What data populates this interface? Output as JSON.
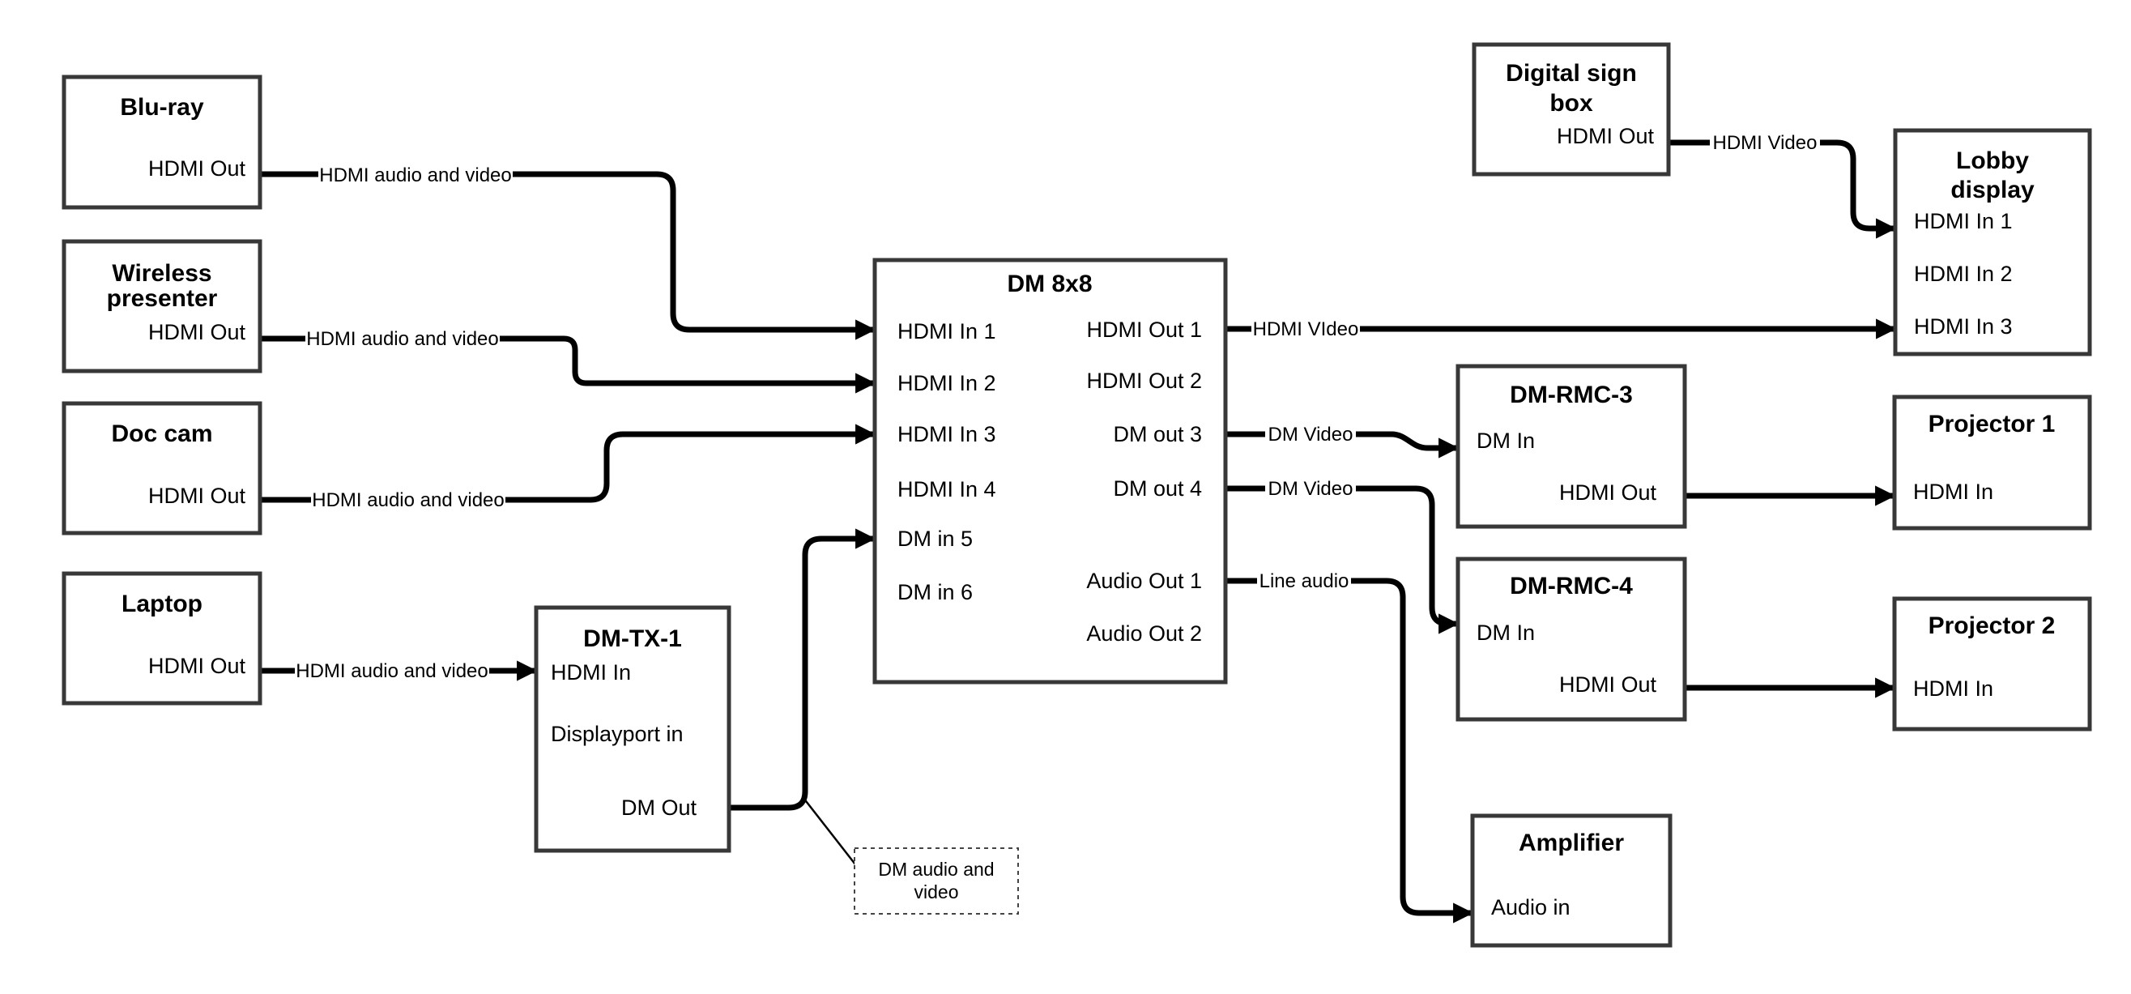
{
  "colors": {
    "background": "#ffffff",
    "box_border": "#383838",
    "line": "#000000",
    "text": "#000000"
  },
  "nodes": {
    "bluray": {
      "title": "Blu-ray",
      "hdmi_out": "HDMI Out"
    },
    "wireless": {
      "title_line1": "Wireless",
      "title_line2": "presenter",
      "hdmi_out": "HDMI Out"
    },
    "doccam": {
      "title": "Doc cam",
      "hdmi_out": "HDMI Out"
    },
    "laptop": {
      "title": "Laptop",
      "hdmi_out": "HDMI Out"
    },
    "dmtx1": {
      "title": "DM-TX-1",
      "hdmi_in": "HDMI In",
      "displayport_in": "Displayport in",
      "dm_out": "DM Out"
    },
    "dm8x8": {
      "title": "DM 8x8",
      "hdmi_in1": "HDMI In 1",
      "hdmi_in2": "HDMI In 2",
      "hdmi_in3": "HDMI In 3",
      "hdmi_in4": "HDMI In 4",
      "dm_in5": "DM in 5",
      "dm_in6": "DM in 6",
      "hdmi_out1": "HDMI Out 1",
      "hdmi_out2": "HDMI Out 2",
      "dm_out3": "DM out 3",
      "dm_out4": "DM out 4",
      "audio_out1": "Audio Out 1",
      "audio_out2": "Audio Out 2"
    },
    "digital_sign": {
      "title_line1": "Digital sign",
      "title_line2": "box",
      "hdmi_out": "HDMI Out"
    },
    "lobby": {
      "title_line1": "Lobby",
      "title_line2": "display",
      "hdmi_in1": "HDMI In 1",
      "hdmi_in2": "HDMI In 2",
      "hdmi_in3": "HDMI In 3"
    },
    "dmrmc3": {
      "title": "DM-RMC-3",
      "dm_in": "DM In",
      "hdmi_out": "HDMI Out"
    },
    "dmrmc4": {
      "title": "DM-RMC-4",
      "dm_in": "DM In",
      "hdmi_out": "HDMI Out"
    },
    "proj1": {
      "title": "Projector 1",
      "hdmi_in": "HDMI In"
    },
    "proj2": {
      "title": "Projector 2",
      "hdmi_in": "HDMI In"
    },
    "amplifier": {
      "title": "Amplifier",
      "audio_in": "Audio in"
    }
  },
  "edge_labels": {
    "bluray_to_dm": "HDMI audio and video",
    "wireless_to_dm": "HDMI audio and video",
    "doccam_to_dm": "HDMI audio and video",
    "laptop_to_tx": "HDMI audio and video",
    "out1_to_lobby": "HDMI VIdeo",
    "out3_to_rmc3": "DM Video",
    "out4_to_rmc4": "DM Video",
    "audioout1_to_amp": "Line audio",
    "digisign_to_lobby": "HDMI Video",
    "note_line1": "DM audio and",
    "note_line2": "video"
  }
}
